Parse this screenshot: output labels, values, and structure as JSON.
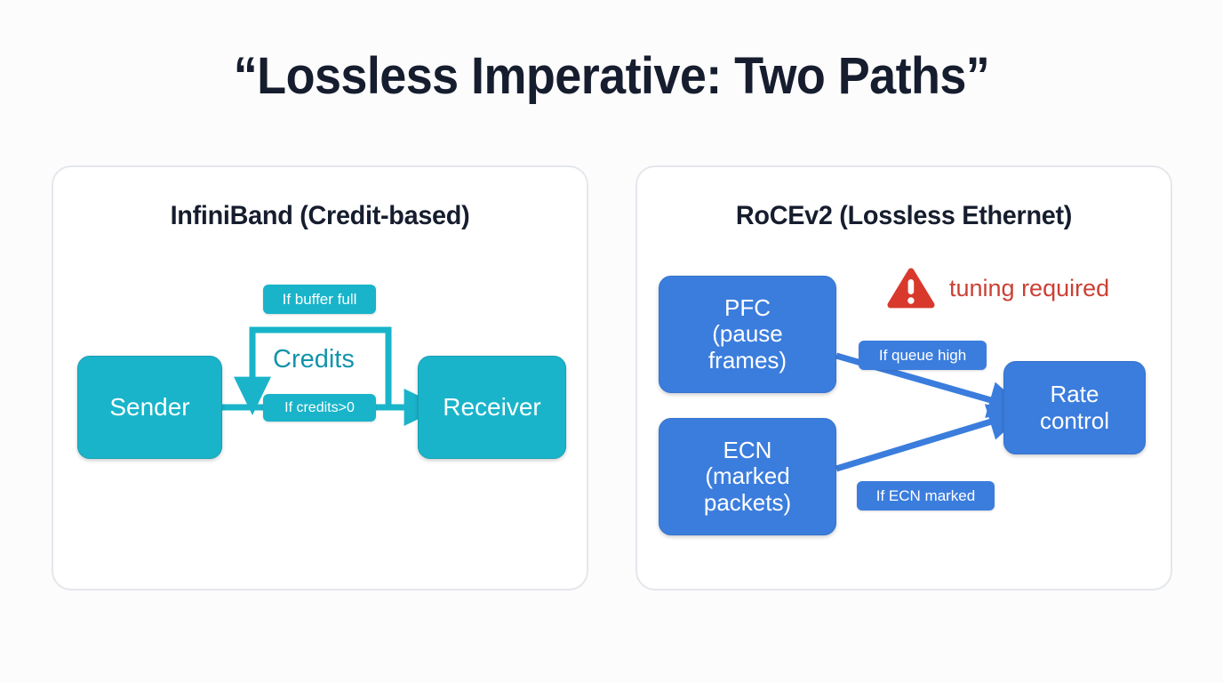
{
  "page": {
    "title": "“Lossless Imperative: Two Paths”",
    "background": "#fcfcfc"
  },
  "colors": {
    "title_text": "#161d2e",
    "teal": "#19b4ca",
    "teal_text": "#1294ab",
    "blue": "#3b7ddd",
    "warning_red": "#d8392c",
    "warning_text": "#cb4034",
    "panel_border": "#e4e7ec",
    "panel_fill": "#ffffff"
  },
  "panels": [
    {
      "id": "infiniband",
      "title": "InfiniBand (Credit-based)",
      "nodes": [
        {
          "id": "sender",
          "label": "Sender",
          "style": "teal"
        },
        {
          "id": "receiver",
          "label": "Receiver",
          "style": "teal"
        }
      ],
      "edge_labels": [
        {
          "id": "buffer-full",
          "text": "If buffer full",
          "style": "teal"
        },
        {
          "id": "credits-gt-0",
          "text": "If credits>0",
          "style": "teal"
        }
      ],
      "edge_texts": [
        {
          "id": "credits",
          "text": "Credits"
        }
      ]
    },
    {
      "id": "rocev2",
      "title": "RoCEv2 (Lossless Ethernet)",
      "warning": {
        "icon": "warning-triangle-icon",
        "text": "tuning required"
      },
      "nodes": [
        {
          "id": "pfc",
          "lines": [
            "PFC",
            "(pause",
            "frames)"
          ],
          "style": "blue"
        },
        {
          "id": "ecn",
          "lines": [
            "ECN",
            "(marked",
            "packets)"
          ],
          "style": "blue"
        },
        {
          "id": "rate",
          "lines": [
            "Rate",
            "control"
          ],
          "style": "blue"
        }
      ],
      "edge_labels": [
        {
          "id": "queue-high",
          "text": "If queue high",
          "style": "blue"
        },
        {
          "id": "ecn-marked",
          "text": "If ECN marked",
          "style": "blue"
        }
      ]
    }
  ]
}
